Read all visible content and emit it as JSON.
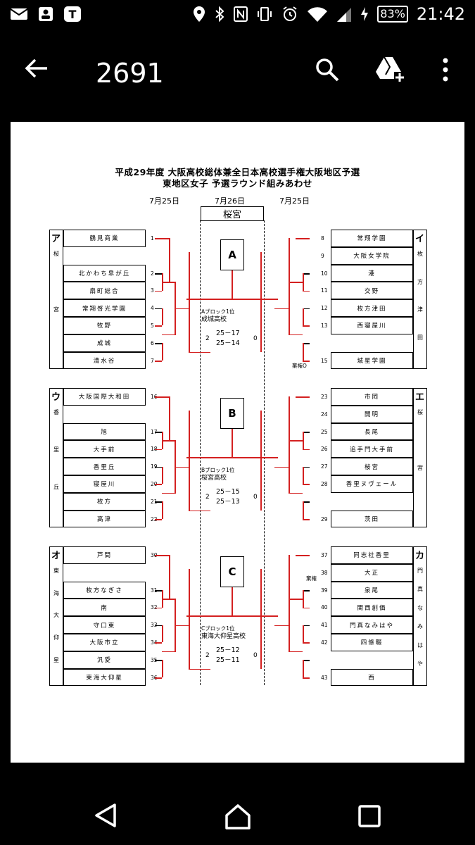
{
  "status": {
    "battery": "83%",
    "time": "21:42"
  },
  "appbar": {
    "title": "2691"
  },
  "doc": {
    "title1": "平成29年度  大阪高校総体兼全日本高校選手権大阪地区予選",
    "title2": "東地区女子      予選ラウンド組みあわせ",
    "date_left": "7月25日",
    "date_mid": "7月26日",
    "date_right": "7月25日",
    "venue": "桜宮",
    "groups": {
      "a": {
        "letter": "ア",
        "name": [
          "桜",
          "宮"
        ]
      },
      "i": {
        "letter": "イ",
        "name": [
          "枚",
          "方",
          "津",
          "田"
        ]
      },
      "u": {
        "letter": "ウ",
        "name": [
          "香",
          "里",
          "丘"
        ]
      },
      "e": {
        "letter": "エ",
        "name": [
          "桜",
          "宮"
        ]
      },
      "o": {
        "letter": "オ",
        "name": [
          "東",
          "海",
          "大",
          "仰",
          "星"
        ]
      },
      "ka": {
        "letter": "カ",
        "name": [
          "門",
          "真",
          "な",
          "み",
          "は",
          "や"
        ]
      }
    },
    "blocks": [
      {
        "letter": "A",
        "winner_label": "Aブロック1位",
        "winner": "成城高校",
        "s_left": "2",
        "s_right": "0",
        "set1": "25－17",
        "set2": "25－14"
      },
      {
        "letter": "B",
        "winner_label": "Bブロック1位",
        "winner": "桜宮高校",
        "s_left": "2",
        "s_right": "0",
        "set1": "25－15",
        "set2": "25－13"
      },
      {
        "letter": "C",
        "winner_label": "Cブロック1位",
        "winner": "東海大仰星高校",
        "s_left": "2",
        "s_right": "0",
        "set1": "25－12",
        "set2": "25－11"
      }
    ],
    "notes": {
      "forfeit_i": "棄権O",
      "forfeit_ka": "棄権"
    }
  }
}
